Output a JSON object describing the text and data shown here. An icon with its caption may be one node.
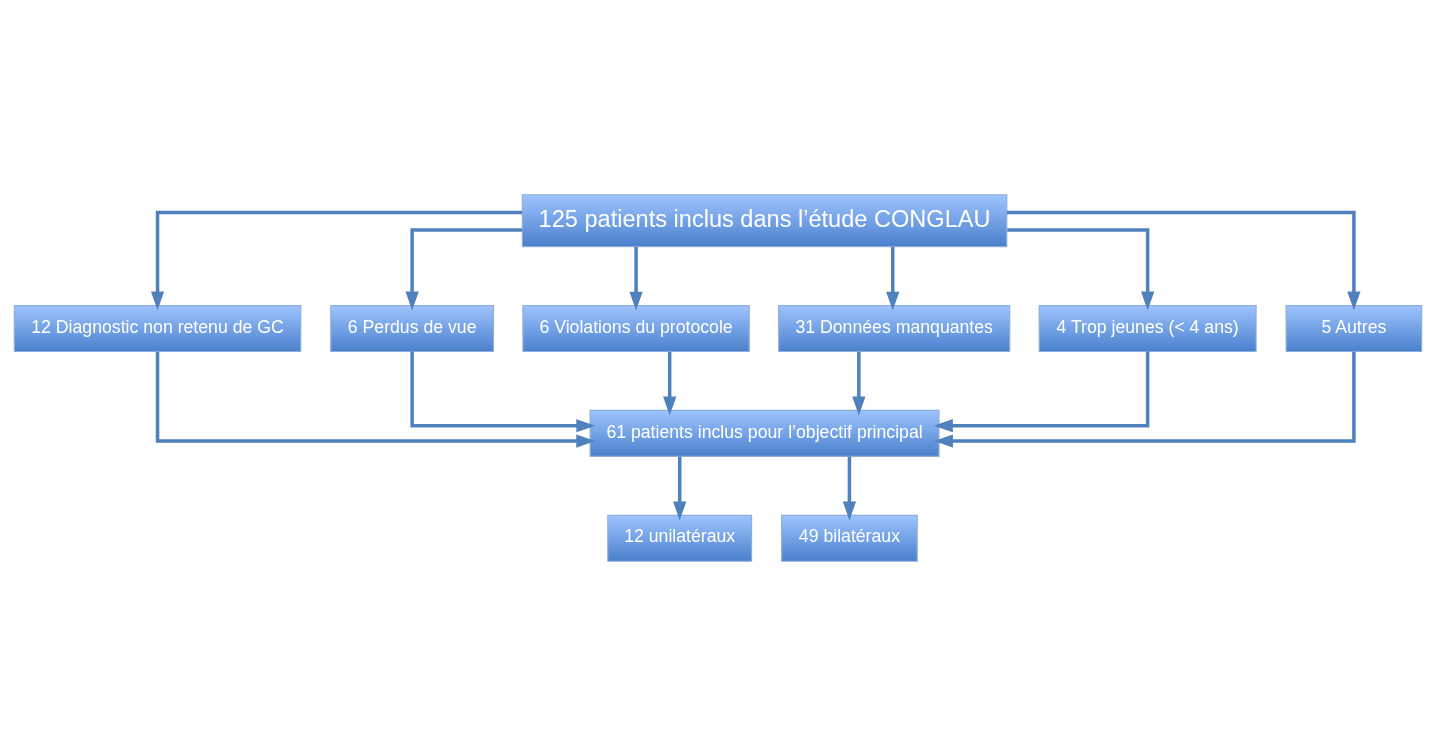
{
  "diagram": {
    "nodes": [
      {
        "text": [
          "125 patients inclus dans l’étude CONGLAU"
        ]
      },
      {
        "text": [
          "12 Diagnostic non retenu de GC"
        ]
      },
      {
        "text": [
          "6 Perdus de vue"
        ]
      },
      {
        "text": [
          "6 Violations du protocole"
        ]
      },
      {
        "text": [
          "31 Données manquantes"
        ]
      },
      {
        "text": [
          "4 Trop jeunes (< 4 ans)"
        ]
      },
      {
        "text": [
          "5 Autres"
        ]
      },
      {
        "text": [
          "61 patients inclus pour l’objectif principal"
        ]
      },
      {
        "text": [
          "12 unilatéraux"
        ]
      },
      {
        "text": [
          "49 bilatéraux"
        ]
      }
    ],
    "edges": [
      {
        "from": 0,
        "to": 1,
        "arrow": "to"
      },
      {
        "from": 0,
        "to": 2,
        "arrow": "to"
      },
      {
        "from": 0,
        "to": 3,
        "arrow": "to"
      },
      {
        "from": 0,
        "to": 4,
        "arrow": "to"
      },
      {
        "from": 0,
        "to": 5,
        "arrow": "to"
      },
      {
        "from": 0,
        "to": 6,
        "arrow": "to"
      },
      {
        "from": 1,
        "to": 7,
        "arrow": "to"
      },
      {
        "from": 2,
        "to": 7,
        "arrow": "to"
      },
      {
        "from": 3,
        "to": 7,
        "arrow": "to"
      },
      {
        "from": 4,
        "to": 7,
        "arrow": "to"
      },
      {
        "from": 5,
        "to": 7,
        "arrow": "to"
      },
      {
        "from": 6,
        "to": 7,
        "arrow": "to"
      },
      {
        "from": 7,
        "to": 8,
        "arrow": "to"
      },
      {
        "from": 7,
        "to": 9,
        "arrow": "to"
      }
    ]
  }
}
